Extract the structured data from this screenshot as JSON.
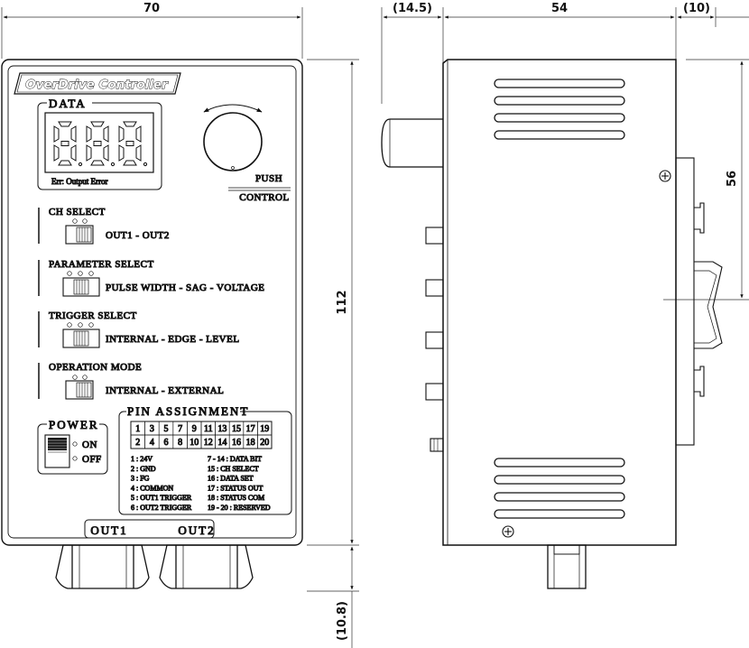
{
  "dimensions": {
    "front_width": "70",
    "front_height": "112",
    "connector_height": "(10.8)",
    "side_knob_depth": "(14.5)",
    "side_body_depth": "54",
    "side_rail_depth": "(10)",
    "side_rail_height": "56"
  },
  "front_panel": {
    "logo": "OverDrive Controller",
    "data_label": "DATA",
    "display_digits": "8.8.8",
    "display_caption": "Err: Output Error",
    "push_label": "PUSH",
    "control_label": "CONTROL",
    "switches": [
      {
        "title": "CH SELECT",
        "options": "OUT1  -  OUT2"
      },
      {
        "title": "PARAMETER SELECT",
        "options": "PULSE WIDTH -  SAG -  VOLTAGE"
      },
      {
        "title": "TRIGGER SELECT",
        "options": "INTERNAL -  EDGE -  LEVEL"
      },
      {
        "title": "OPERATION MODE",
        "options": "INTERNAL -  EXTERNAL"
      }
    ],
    "power": {
      "title": "POWER",
      "on": "ON",
      "off": "OFF"
    },
    "pin_assignment": {
      "title": "PIN ASSIGNMENT",
      "top_row": [
        "1",
        "3",
        "5",
        "7",
        "9",
        "11",
        "13",
        "15",
        "17",
        "19"
      ],
      "bottom_row": [
        "2",
        "4",
        "6",
        "8",
        "10",
        "12",
        "14",
        "16",
        "18",
        "20"
      ],
      "left_list": [
        "1 : 24V",
        "2 : GND",
        "3 : FG",
        "4 : COMMON",
        "5 : OUT1 TRIGGER",
        "6 : OUT2 TRIGGER"
      ],
      "right_list": [
        "7 - 14 : DATA BIT",
        "15 : CH SELECT",
        "16 : DATA SET",
        "17 : STATUS OUT",
        "18 : STATUS COM",
        "19 - 20 : RESERVED"
      ]
    },
    "outputs": [
      "OUT1",
      "OUT2"
    ]
  }
}
